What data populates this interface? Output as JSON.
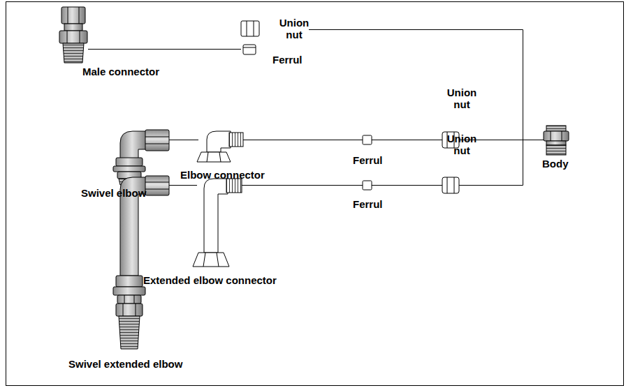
{
  "diagram": {
    "labels": [
      "Union nut",
      "Ferrul",
      "Male connector",
      "Swivel elbow",
      "Elbow connector",
      "Ferrul",
      "Union nut",
      "Body",
      "Swivel extended elbow",
      "Extended elbow connector",
      "Ferrul",
      "Union nut"
    ]
  }
}
